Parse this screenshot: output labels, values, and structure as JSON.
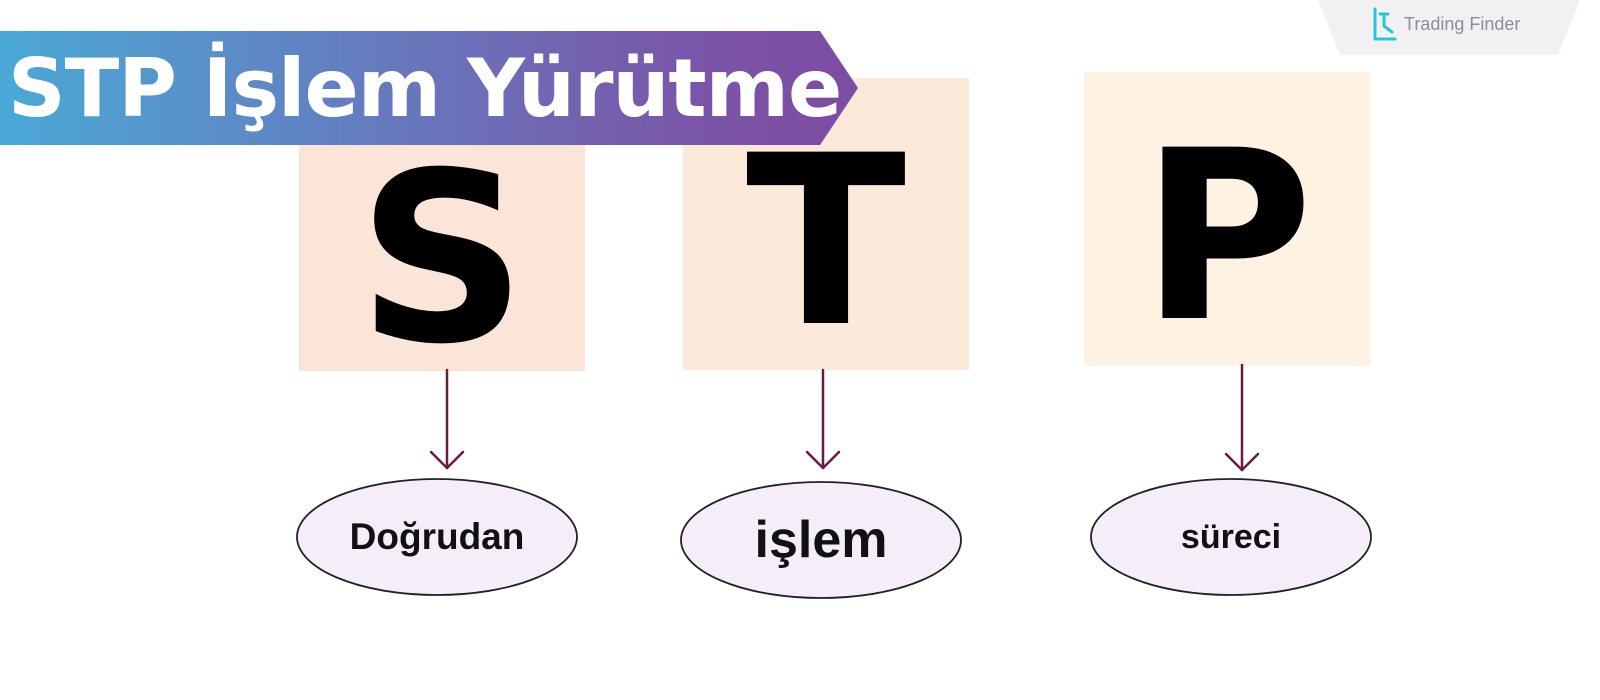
{
  "title": "STP İşlem Yürütme",
  "brand": {
    "name": "Trading Finder",
    "icon": "trading-finder-logo-icon",
    "icon_color": "#27c6d9"
  },
  "letters": [
    {
      "id": "s",
      "letter": "S",
      "box_color": "#fbe4d8",
      "label": "Doğrudan"
    },
    {
      "id": "t",
      "letter": "T",
      "box_color": "#fde9d9",
      "label": "işlem"
    },
    {
      "id": "p",
      "letter": "P",
      "box_color": "#fef3e2",
      "label": "süreci"
    }
  ],
  "colors": {
    "arrow": "#6b1a45",
    "ellipse_fill": "#f5eef8",
    "ellipse_stroke": "#222222",
    "banner_start": "#4aa9d6",
    "banner_end": "#7d4ba3"
  }
}
